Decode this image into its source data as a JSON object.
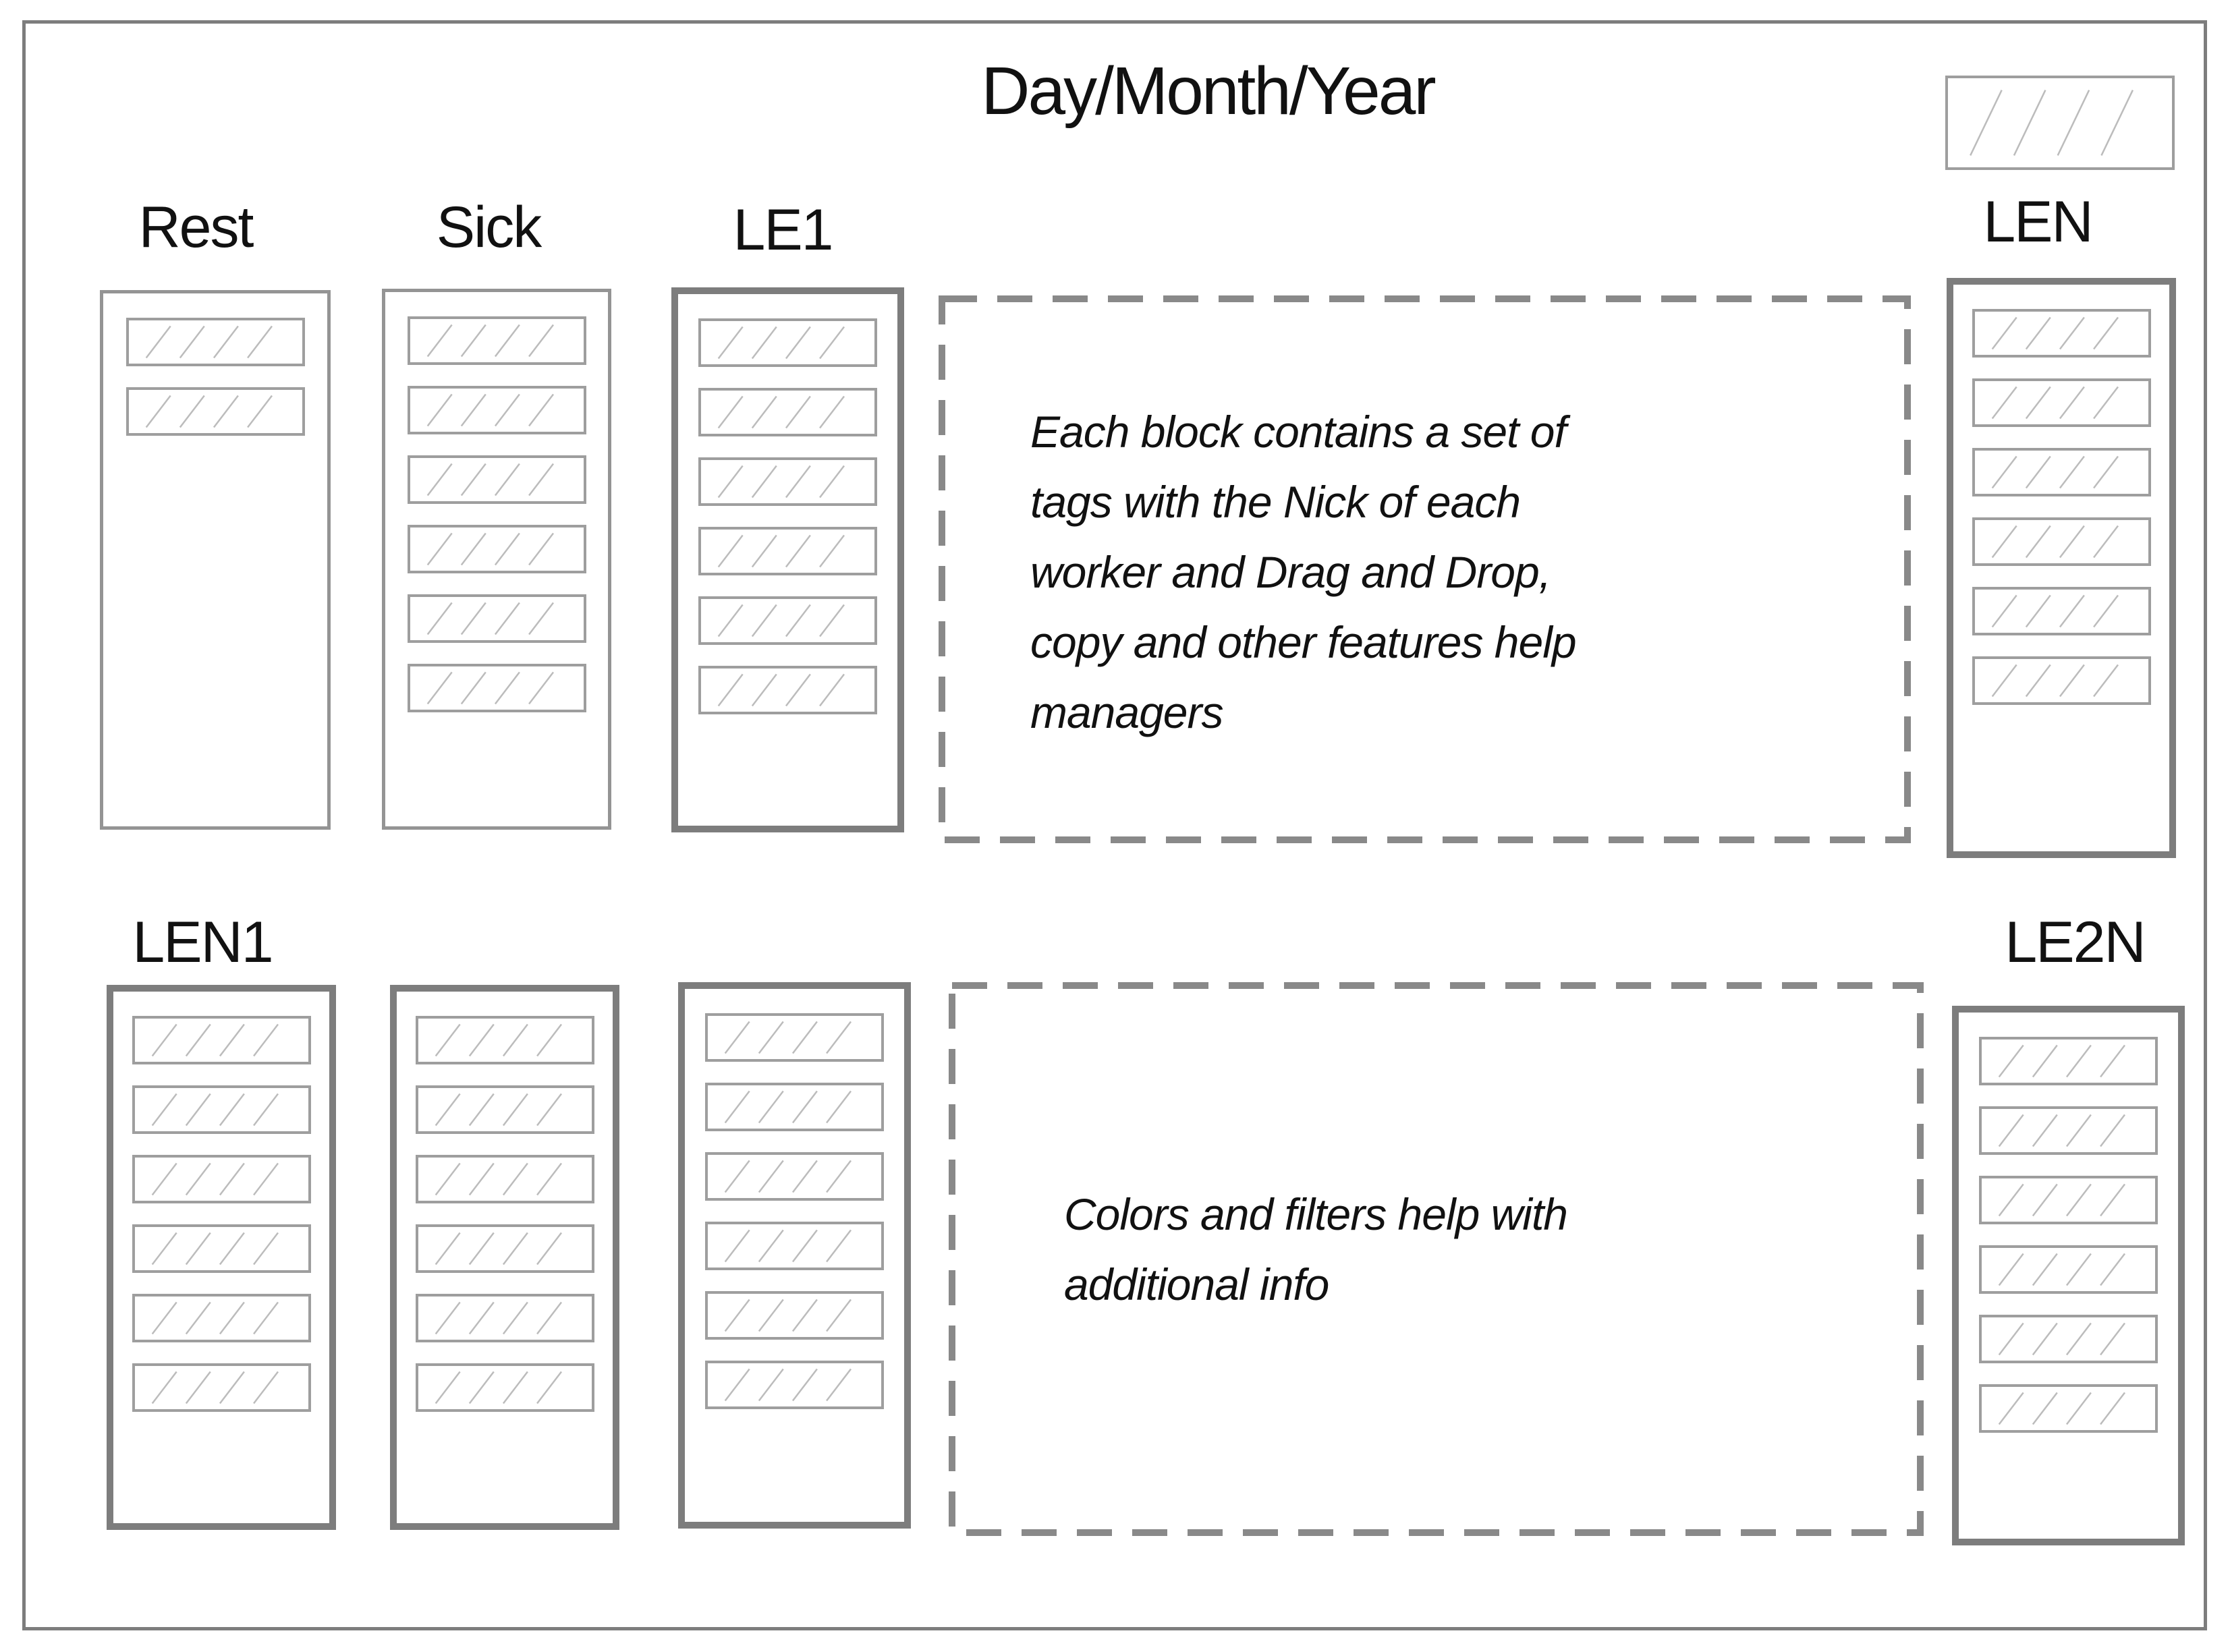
{
  "title": "Day/Month/Year",
  "columns": [
    {
      "label": "Rest",
      "tag_count": 2
    },
    {
      "label": "Sick",
      "tag_count": 6
    },
    {
      "label": "LE1",
      "tag_count": 6
    },
    {
      "label": "LEN",
      "tag_count": 6
    },
    {
      "label": "LEN1",
      "tag_count": 6
    },
    {
      "label": "",
      "tag_count": 6
    },
    {
      "label": "",
      "tag_count": 6
    },
    {
      "label": "LE2N",
      "tag_count": 6
    }
  ],
  "sample_tag": {
    "hatch_lines": 4
  },
  "tag_style": {
    "hatch_lines": 4
  },
  "notes": {
    "top": "Each block contains a set of\ntags with the Nick of each\nworker and Drag and Drop,\ncopy and other features help\nmanagers",
    "bottom": "Colors and filters help with\nadditional info"
  },
  "colors": {
    "border_strong": "#7d7d7d",
    "border_thin": "#949494",
    "tag_border": "#9e9e9e",
    "hatch": "#bcbcbc",
    "dash": "#898989",
    "text": "#111111"
  }
}
